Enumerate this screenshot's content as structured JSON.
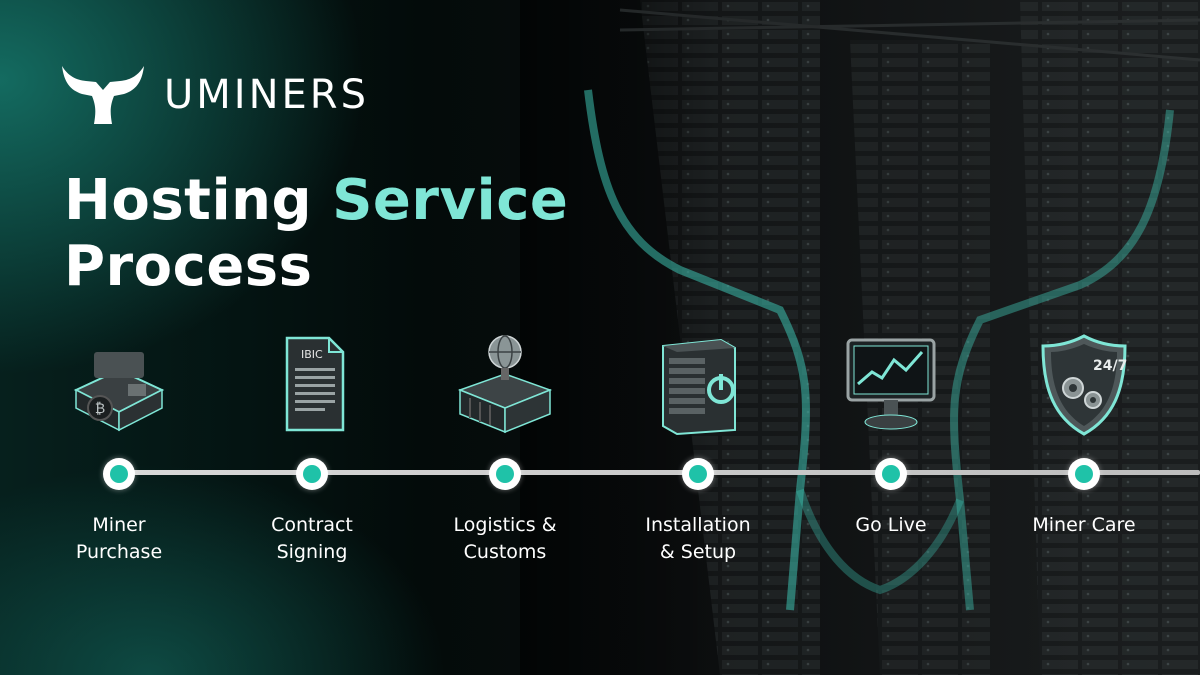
{
  "brand": {
    "name": "UMINERS",
    "logo_icon": "bull-horns-icon",
    "accent_color": "#7fe6d6"
  },
  "title": {
    "line1_main": "Hosting",
    "line1_accent": "Service",
    "line2": "Process"
  },
  "steps": [
    {
      "icon": "asic-miner-icon",
      "label_line1": "Miner",
      "label_line2": "Purchase"
    },
    {
      "icon": "contract-document-icon",
      "label_line1": "Contract",
      "label_line2": "Signing",
      "doc_text": "IBIC"
    },
    {
      "icon": "globe-container-icon",
      "label_line1": "Logistics &",
      "label_line2": "Customs"
    },
    {
      "icon": "server-power-icon",
      "label_line1": "Installation",
      "label_line2": "& Setup"
    },
    {
      "icon": "monitor-chart-icon",
      "label_line1": "Go Live",
      "label_line2": ""
    },
    {
      "icon": "shield-24-7-icon",
      "label_line1": "Miner Care",
      "label_line2": "",
      "badge_text": "24/7"
    }
  ],
  "colors": {
    "teal": "#1fc2a8",
    "line": "#cfcfcf"
  }
}
